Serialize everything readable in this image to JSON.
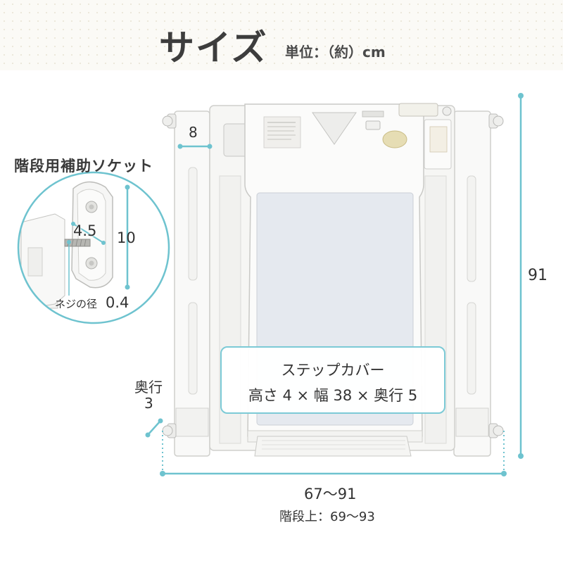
{
  "header": {
    "title": "サイズ",
    "unit": "単位：（約）cm"
  },
  "dimensions": {
    "frame_width": "8",
    "height": "91",
    "depth_label": "奥行",
    "depth_value": "3",
    "width_range": "67〜91",
    "stairs_label": "階段上：69〜93"
  },
  "socket": {
    "title": "階段用補助ソケット",
    "width": "4.5",
    "height": "10",
    "screw_label": "ネジの径",
    "screw_value": "0.4"
  },
  "step_cover": {
    "name": "ステップカバー",
    "spec": "高さ 4 × 幅 38 × 奥行 5"
  },
  "colors": {
    "accent": "#6ec3cf",
    "frame": "#f7f7f5",
    "panel": "#e4e9f0"
  }
}
